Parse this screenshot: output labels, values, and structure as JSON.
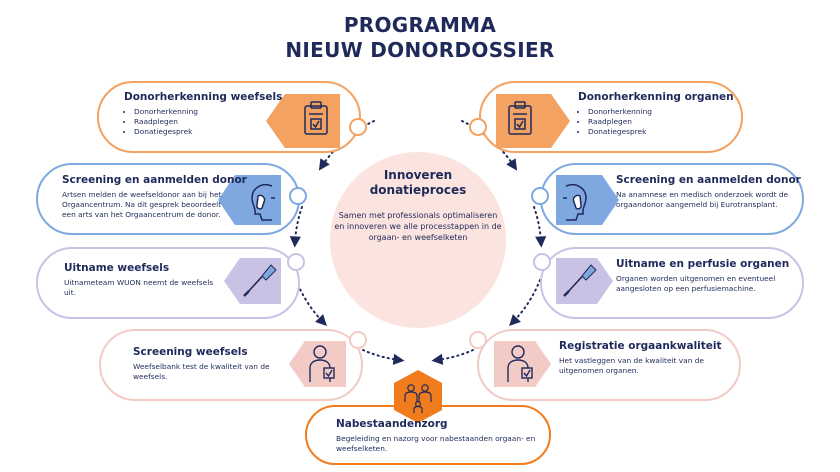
{
  "title": {
    "line1": "PROGRAMMA",
    "line2": "NIEUW DONORDOSSIER"
  },
  "colors": {
    "navy": "#1f2a5a",
    "orange": "#f4a261",
    "orange_dark": "#f07c1e",
    "blue": "#7fa8e0",
    "lavender": "#c9c2e4",
    "pink": "#f2cbc7",
    "center_fill": "#fbe3df"
  },
  "center": {
    "title": "Innoveren donatieproces",
    "text": "Samen met professionals optimaliseren en innoveren we alle processtappen in de orgaan- en weefselketen"
  },
  "cards": {
    "donor_weefsels": {
      "title": "Donorherkenning weefsels",
      "items": [
        "Donorherkenning",
        "Raadplegen",
        "Donatiegesprek"
      ],
      "icon": "clipboard-check-icon"
    },
    "donor_organen": {
      "title": "Donorherkenning organen",
      "items": [
        "Donorherkenning",
        "Raadplegen",
        "Donatiegesprek"
      ],
      "icon": "clipboard-check-icon"
    },
    "screening_left": {
      "title": "Screening en aanmelden donor",
      "text": "Artsen melden de weefseldonor aan bij het Orgaancentrum. Na dit gesprek beoordeelt een arts van het Orgaancentrum de donor.",
      "icon": "phone-call-icon"
    },
    "screening_right": {
      "title": "Screening en aanmelden donor",
      "text": "Na anamnese en medisch onderzoek wordt de orgaandonor aangemeld bij Eurotransplant.",
      "icon": "phone-call-icon"
    },
    "uitname_weefsels": {
      "title": "Uitname weefsels",
      "text": "Uitnameteam WUON neemt de weefsels uit.",
      "icon": "scalpel-icon"
    },
    "uitname_organen": {
      "title": "Uitname en perfusie organen",
      "text": "Organen worden uitgenomen en eventueel aangesloten op een perfusiemachine.",
      "icon": "scalpel-icon"
    },
    "screening_weefsels": {
      "title": "Screening weefsels",
      "text": "Weefselbank test de kwaliteit van de weefsels.",
      "icon": "person-check-icon"
    },
    "registratie": {
      "title": "Registratie orgaankwaliteit",
      "text": "Het vastleggen van de kwaliteit van de uitgenomen organen.",
      "icon": "person-check-icon"
    },
    "nabestaanden": {
      "title": "Nabestaandenzorg",
      "text": "Begeleiding en nazorg voor nabestaanden orgaan- en weefselketen.",
      "icon": "family-icon"
    }
  }
}
